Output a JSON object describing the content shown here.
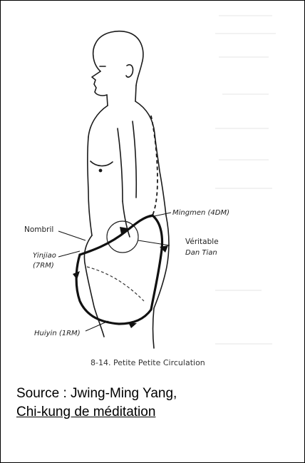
{
  "figure": {
    "labels": {
      "nombril": "Nombril",
      "yinjiao_1": "Yinjiao",
      "yinjiao_2": "(7RM)",
      "huiyin": "Huiyin (1RM)",
      "mingmen": "Mingmen (4DM)",
      "veritable_1": "Véritable",
      "veritable_2": "Dan Tian"
    },
    "caption": "8-14. Petite Petite Circulation"
  },
  "source": {
    "line1": "Source : Jwing-Ming Yang,",
    "title": "Chi-kung de méditation"
  }
}
